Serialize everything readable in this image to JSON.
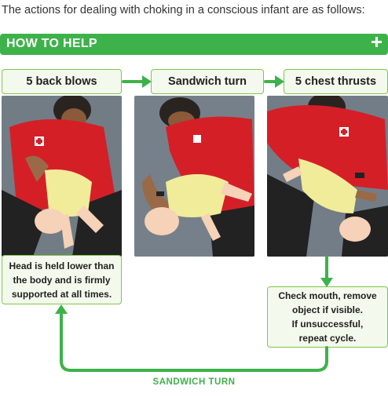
{
  "intro": "The actions for dealing with choking in a conscious infant are as follows:",
  "banner": {
    "title": "HOW TO HELP",
    "icon": "plus-icon"
  },
  "steps": [
    {
      "label": "5 back blows"
    },
    {
      "label": "Sandwich turn"
    },
    {
      "label": "5 chest thrusts"
    }
  ],
  "note_left": [
    "Head is held lower than",
    "the body and is firmly",
    "supported at all times."
  ],
  "note_right": [
    "Check mouth, remove",
    "object if visible.",
    "If unsuccessful,",
    "repeat cycle."
  ],
  "bottom_label": "SANDWICH TURN",
  "colors": {
    "green": "#3db24a",
    "border": "#7fc64a",
    "shirt": "#d51f27"
  }
}
